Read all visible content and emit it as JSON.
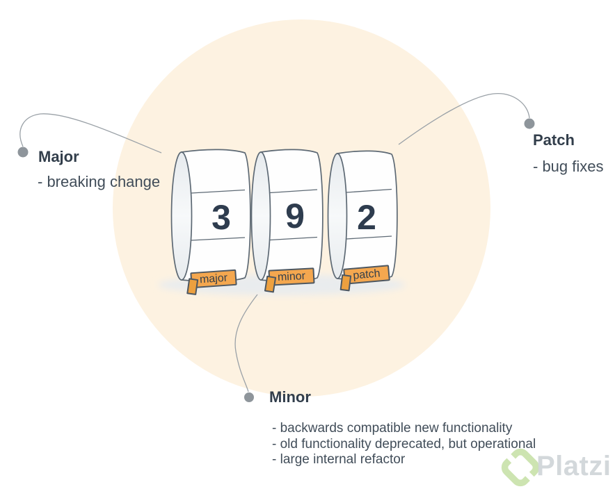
{
  "counter": {
    "wheels": [
      {
        "digit": "3",
        "tag": "major"
      },
      {
        "digit": "9",
        "tag": "minor"
      },
      {
        "digit": "2",
        "tag": "patch"
      }
    ]
  },
  "callouts": {
    "major": {
      "title": "Major",
      "note": "- breaking change"
    },
    "patch": {
      "title": "Patch",
      "note": "- bug fixes"
    },
    "minor": {
      "title": "Minor",
      "notes": [
        "- backwards compatible new functionality",
        "- old functionality deprecated, but operational",
        "- large internal refactor"
      ]
    }
  },
  "watermark": {
    "brand": "Platzi"
  },
  "colors": {
    "background_circle": "#fdf2e1",
    "tag_orange": "#f4a74f",
    "digit_navy": "#2e3c4e",
    "text_dark": "#3d4955",
    "connector_gray": "#9aa1a7",
    "watermark_green": "#c1dd9e"
  }
}
